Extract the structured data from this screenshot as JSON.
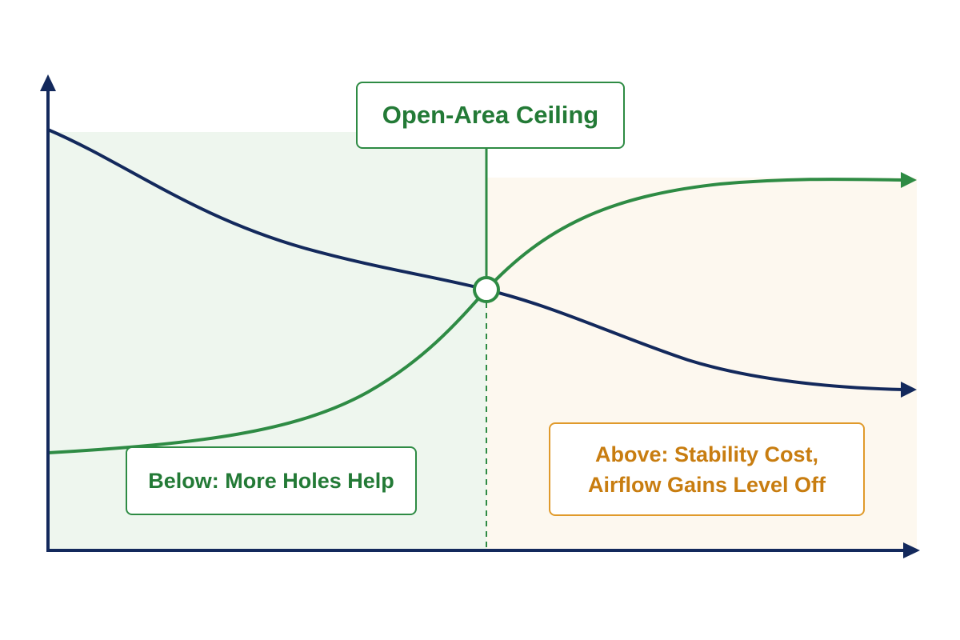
{
  "labels": {
    "ceiling": "Open-Area Ceiling",
    "below": "Below: More Holes Help",
    "above_line1": "Above: Stability Cost,",
    "above_line2": "Airflow Gains Level Off"
  },
  "colors": {
    "axis": "#13295c",
    "stability_curve": "#13295c",
    "airflow_curve": "#2e8b44",
    "below_fill": "#eef6ee",
    "above_fill": "#fdf8ef",
    "below_accent": "#2e8b44",
    "above_accent": "#e09a2b"
  }
}
